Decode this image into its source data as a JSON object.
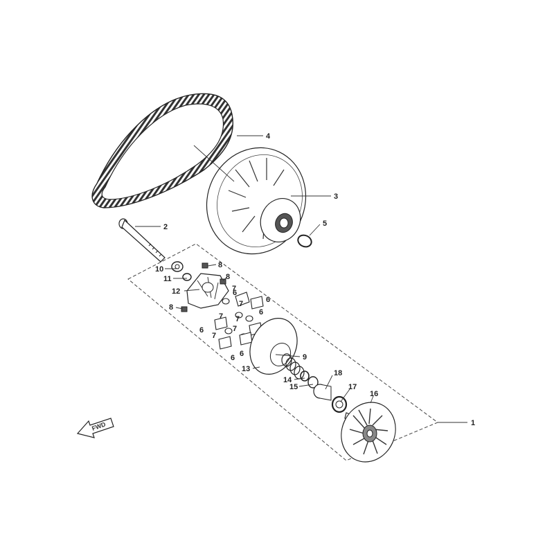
{
  "callouts": {
    "c1": "1",
    "c2": "2",
    "c3": "3",
    "c4": "4",
    "c5": "5",
    "c6a": "6",
    "c6b": "6",
    "c6c": "6",
    "c6d": "6",
    "c6e": "6",
    "c6f": "6",
    "c7a": "7",
    "c7b": "7",
    "c7c": "7",
    "c7d": "7",
    "c7e": "7",
    "c7f": "7",
    "c8a": "8",
    "c8b": "8",
    "c8c": "8",
    "c9": "9",
    "c10": "10",
    "c11": "11",
    "c12": "12",
    "c13": "13",
    "c14": "14",
    "c15": "15",
    "c16": "16",
    "c17": "17",
    "c18": "18"
  },
  "fwd_label": "FWD",
  "icons": {
    "fwd_arrow": "fwd-arrow-icon"
  }
}
